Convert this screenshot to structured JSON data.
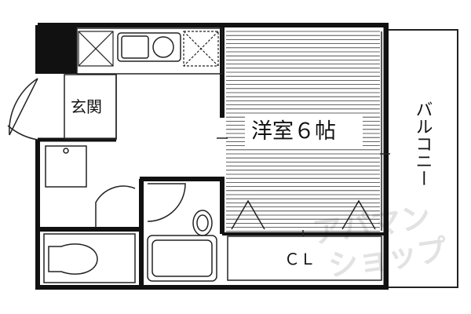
{
  "rooms": {
    "entrance": "玄関",
    "western_room": "洋室６帖",
    "balcony": "バルコニー",
    "closet": "ＣＬ"
  },
  "watermark": {
    "line1": "アパマン",
    "line2": "ショップ"
  },
  "colors": {
    "wall": "#111111",
    "line": "#222222",
    "watermark": "#e2e2e2"
  }
}
